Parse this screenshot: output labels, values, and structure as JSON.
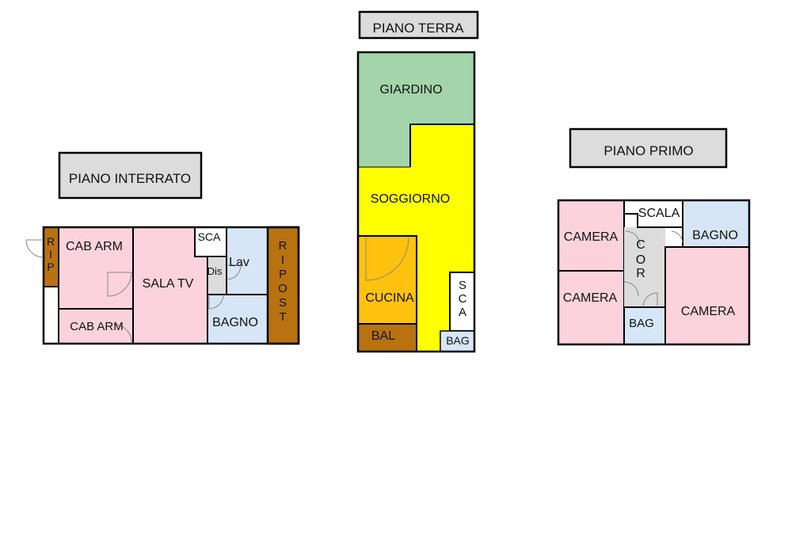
{
  "titles": {
    "basement": "PIANO INTERRATO",
    "ground": "PIANO TERRA",
    "first": "PIANO PRIMO"
  },
  "basement": {
    "rip": "RIP",
    "cab_arm_1": "CAB ARM",
    "cab_arm_2": "CAB ARM",
    "sala_tv": "SALA TV",
    "sca": "SCA",
    "dis": "Dis",
    "lav": "Lav",
    "bagno": "BAGNO",
    "ripost": "RIPOST"
  },
  "ground": {
    "giardino": "GIARDINO",
    "soggiorno": "SOGGIORNO",
    "cucina": "CUCINA",
    "bal": "BAL",
    "sca": "SCA",
    "bag": "BAG"
  },
  "first": {
    "scala": "SCALA",
    "bagno": "BAGNO",
    "cor": "COR",
    "camera_1": "CAMERA",
    "camera_2": "CAMERA",
    "camera_3": "CAMERA",
    "bag": "BAG"
  },
  "colors": {
    "pink": "#fcd3dc",
    "light_blue": "#d6e6f7",
    "brown": "#b8720f",
    "green": "#a3d4aa",
    "yellow": "#ffff00",
    "orange": "#ffc20e",
    "grey": "#dcdcdc",
    "white": "#ffffff"
  }
}
